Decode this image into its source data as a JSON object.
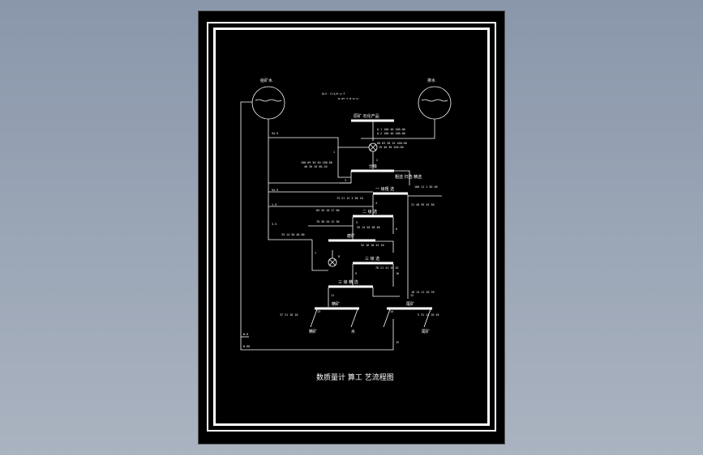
{
  "drawing": {
    "title": "数质量计 算工 艺流程图",
    "header_line1": "Q=t·   C=t/h·y   F",
    "header_line2": "m·at·t·d·a·s·",
    "labels": {
      "tank_left": "给矿水",
      "tank_right": "排水",
      "stage_raw": "原矿 石化产品",
      "stage_screen": "分级",
      "stage_screen_right": "粗选 扫选 精选",
      "stage_rougher": "一 级粗 选",
      "stage_second": "二 级 选",
      "stage_mill": "磨矿",
      "stage_cleaner": "三 级 选",
      "stage_final": "三 级 精 选",
      "out_left": "精矿",
      "out_right": "尾矿",
      "bottom_left": "精矿",
      "bottom_mid": "水",
      "bottom_right": "尾矿"
    },
    "node_numbers": [
      "1",
      "2",
      "3",
      "4",
      "5",
      "6",
      "7",
      "8",
      "9",
      "10",
      "11",
      "12",
      "13",
      "14",
      "15"
    ],
    "data_rows": [
      "Q 1  100 40  100.00",
      "Q 2  100 40  100.00",
      "80 63  30 15  100.00",
      "19 40  30  100.00",
      "100 69  30 40  100.00",
      "40 30 20  60.10",
      "100 12 1 50 48",
      "73 21 12 3 56 10",
      "21 40 59 45 50",
      "85 35  10 17 60",
      "70 30  20 12 56",
      "35 14  50 38 40",
      "33 14 50 48 00",
      "52 16 18 42 10",
      "70 21 41 19 42",
      "18 14 11  10 70",
      "37 21 16 10",
      "5 31 14 10 45"
    ],
    "side_values": [
      "94.9",
      "94.9",
      "1.5",
      "3.5",
      "W.8",
      "W 80"
    ]
  }
}
